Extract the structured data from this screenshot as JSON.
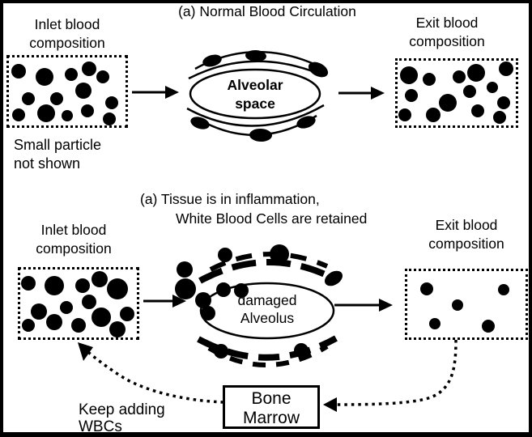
{
  "colors": {
    "ink": "#000000",
    "paper": "#ffffff"
  },
  "top": {
    "title": "(a) Normal Blood Circulation",
    "inlet": {
      "label": [
        "Inlet blood",
        "composition"
      ],
      "dots": [
        [
          12,
          17,
          9
        ],
        [
          44,
          24,
          11
        ],
        [
          77,
          21,
          8
        ],
        [
          99,
          14,
          9
        ],
        [
          116,
          24,
          8
        ],
        [
          24,
          51,
          8
        ],
        [
          59,
          51,
          8
        ],
        [
          92,
          41,
          10
        ],
        [
          127,
          56,
          8
        ],
        [
          12,
          71,
          8
        ],
        [
          46,
          69,
          11
        ],
        [
          72,
          72,
          7
        ],
        [
          97,
          66,
          8
        ],
        [
          124,
          76,
          8
        ]
      ]
    },
    "note": [
      "Small particle",
      "not shown"
    ],
    "alveolus": {
      "label": [
        "Alveolar",
        "space"
      ],
      "cells": [
        [
          262,
          75,
          12,
          7,
          -15
        ],
        [
          316,
          69,
          13,
          7,
          4
        ],
        [
          393,
          86,
          13,
          8,
          28
        ],
        [
          247,
          152,
          12,
          7,
          18
        ],
        [
          322,
          167,
          14,
          8,
          2
        ],
        [
          378,
          151,
          12,
          7,
          -18
        ]
      ]
    },
    "exit": {
      "label": [
        "Exit blood",
        "composition"
      ],
      "dots": [
        [
          14,
          18,
          11
        ],
        [
          39,
          23,
          8
        ],
        [
          76,
          20,
          8
        ],
        [
          97,
          15,
          11
        ],
        [
          134,
          10,
          9
        ],
        [
          17,
          43,
          8
        ],
        [
          62,
          52,
          11
        ],
        [
          89,
          38,
          8
        ],
        [
          117,
          33,
          7
        ],
        [
          9,
          67,
          8
        ],
        [
          44,
          67,
          9
        ],
        [
          99,
          62,
          8
        ],
        [
          131,
          52,
          8
        ],
        [
          126,
          70,
          8
        ]
      ]
    }
  },
  "bottom": {
    "title": [
      "(a) Tissue is in inflammation,",
      "White Blood Cells are retained"
    ],
    "inlet": {
      "label": [
        "Inlet blood",
        "composition"
      ],
      "dots": [
        [
          10,
          17,
          9
        ],
        [
          42,
          20,
          12
        ],
        [
          77,
          20,
          9
        ],
        [
          98,
          12,
          10
        ],
        [
          120,
          24,
          13
        ],
        [
          85,
          40,
          9
        ],
        [
          23,
          52,
          10
        ],
        [
          57,
          47,
          8
        ],
        [
          100,
          59,
          12
        ],
        [
          132,
          55,
          9
        ],
        [
          10,
          69,
          8
        ],
        [
          42,
          65,
          10
        ],
        [
          72,
          69,
          9
        ],
        [
          120,
          74,
          10
        ]
      ]
    },
    "alveolus": {
      "label": [
        "damaged",
        "Alveolus"
      ],
      "cells": [
        [
          228,
          333,
          10
        ],
        [
          229,
          357,
          13
        ],
        [
          251,
          371,
          10
        ],
        [
          257,
          387,
          9
        ],
        [
          278,
          315,
          9
        ],
        [
          345,
          314,
          12
        ],
        [
          276,
          358,
          9
        ],
        [
          298,
          359,
          9
        ],
        [
          273,
          434,
          9
        ],
        [
          372,
          433,
          9
        ],
        [
          412,
          344,
          12,
          8,
          -32
        ]
      ]
    },
    "exit": {
      "label": [
        "Exit blood",
        "composition"
      ],
      "dots": [
        [
          24,
          22,
          8
        ],
        [
          119,
          23,
          7
        ],
        [
          62,
          42,
          7
        ],
        [
          34,
          65,
          7
        ],
        [
          100,
          68,
          8
        ]
      ]
    },
    "bone_marrow": {
      "label": [
        "Bone",
        "Marrow"
      ]
    },
    "feedback_note": [
      "Keep adding",
      "WBCs"
    ]
  }
}
